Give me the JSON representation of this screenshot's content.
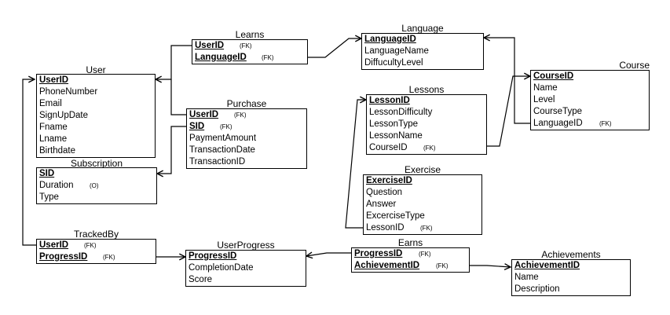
{
  "entities": {
    "learns": {
      "title": "Learns",
      "attrs": [
        {
          "name": "UserID",
          "key": "pk",
          "tag": "(FK)"
        },
        {
          "name": "LanguageID",
          "key": "pk",
          "tag": "(FK)"
        }
      ]
    },
    "language": {
      "title": "Language",
      "attrs": [
        {
          "name": "LanguageID",
          "key": "pk",
          "tag": ""
        },
        {
          "name": "LanguageName",
          "key": "",
          "tag": ""
        },
        {
          "name": "DiffucultyLevel",
          "key": "",
          "tag": ""
        }
      ]
    },
    "user": {
      "title": "User",
      "attrs": [
        {
          "name": "UserID",
          "key": "pk",
          "tag": ""
        },
        {
          "name": "PhoneNumber",
          "key": "",
          "tag": ""
        },
        {
          "name": "Email",
          "key": "",
          "tag": ""
        },
        {
          "name": "SignUpDate",
          "key": "",
          "tag": ""
        },
        {
          "name": "Fname",
          "key": "",
          "tag": ""
        },
        {
          "name": "Lname",
          "key": "",
          "tag": ""
        },
        {
          "name": "Birthdate",
          "key": "",
          "tag": ""
        }
      ]
    },
    "purchase": {
      "title": "Purchase",
      "attrs": [
        {
          "name": "UserID",
          "key": "pk",
          "tag": "(FK)"
        },
        {
          "name": "SID",
          "key": "pk",
          "tag": "(FK)"
        },
        {
          "name": "PaymentAmount",
          "key": "",
          "tag": ""
        },
        {
          "name": "TransactionDate",
          "key": "",
          "tag": ""
        },
        {
          "name": "TransactionID",
          "key": "",
          "tag": ""
        }
      ]
    },
    "subscription": {
      "title": "Subscription",
      "attrs": [
        {
          "name": "SID",
          "key": "pk",
          "tag": ""
        },
        {
          "name": "Duration",
          "key": "",
          "tag": "(O)"
        },
        {
          "name": "Type",
          "key": "",
          "tag": ""
        }
      ]
    },
    "lessons": {
      "title": "Lessons",
      "attrs": [
        {
          "name": "LessonID",
          "key": "pk",
          "tag": ""
        },
        {
          "name": "LessonDifficulty",
          "key": "",
          "tag": ""
        },
        {
          "name": "LessonType",
          "key": "",
          "tag": ""
        },
        {
          "name": "LessonName",
          "key": "",
          "tag": ""
        },
        {
          "name": "CourseID",
          "key": "",
          "tag": "(FK)"
        }
      ]
    },
    "course": {
      "title": "Course",
      "attrs": [
        {
          "name": "CourseID",
          "key": "pk",
          "tag": ""
        },
        {
          "name": "Name",
          "key": "",
          "tag": ""
        },
        {
          "name": "Level",
          "key": "",
          "tag": ""
        },
        {
          "name": "CourseType",
          "key": "",
          "tag": ""
        },
        {
          "name": "LanguageID",
          "key": "",
          "tag": "(FK)"
        }
      ]
    },
    "exercise": {
      "title": "Exercise",
      "attrs": [
        {
          "name": "ExerciseID",
          "key": "pk",
          "tag": ""
        },
        {
          "name": "Question",
          "key": "",
          "tag": ""
        },
        {
          "name": "Answer",
          "key": "",
          "tag": ""
        },
        {
          "name": "ExcerciseType",
          "key": "",
          "tag": ""
        },
        {
          "name": "LessonID",
          "key": "",
          "tag": "(FK)"
        }
      ]
    },
    "trackedby": {
      "title": "TrackedBy",
      "attrs": [
        {
          "name": "UserID",
          "key": "pk",
          "tag": "(FK)"
        },
        {
          "name": "ProgressID",
          "key": "pk",
          "tag": "(FK)"
        }
      ]
    },
    "userprogress": {
      "title": "UserProgress",
      "attrs": [
        {
          "name": "ProgressID",
          "key": "pk",
          "tag": ""
        },
        {
          "name": "CompletionDate",
          "key": "",
          "tag": ""
        },
        {
          "name": "Score",
          "key": "",
          "tag": ""
        }
      ]
    },
    "earns": {
      "title": "Earns",
      "attrs": [
        {
          "name": "ProgressID",
          "key": "pk",
          "tag": "(FK)"
        },
        {
          "name": "AchievementID",
          "key": "pk",
          "tag": "(FK)"
        }
      ]
    },
    "achievements": {
      "title": "Achievements",
      "attrs": [
        {
          "name": "AchievementID",
          "key": "pk",
          "tag": ""
        },
        {
          "name": "Name",
          "key": "",
          "tag": ""
        },
        {
          "name": "Description",
          "key": "",
          "tag": ""
        }
      ]
    }
  }
}
